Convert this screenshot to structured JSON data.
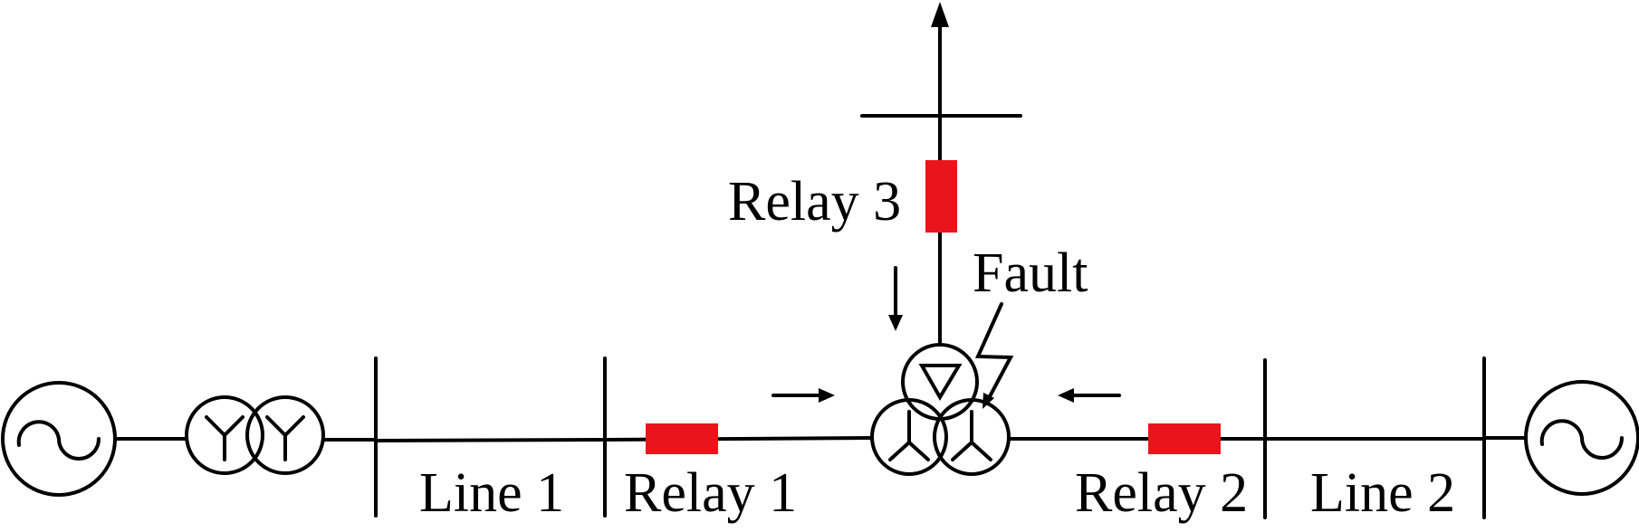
{
  "diagram": {
    "type": "single-line power system diagram",
    "colors": {
      "line": "#000000",
      "relay": "#E8161B",
      "background": "#FFFFFF"
    },
    "components": {
      "generator_left": {
        "icon": "ac-generator-icon"
      },
      "transformer_left": {
        "icon": "wye-wye-transformer-icon"
      },
      "transformer_center": {
        "icon": "three-winding-transformer-icon",
        "windings": [
          "delta",
          "wye",
          "wye"
        ]
      },
      "generator_right": {
        "icon": "ac-generator-icon"
      },
      "load": {
        "icon": "load-arrow-icon"
      }
    },
    "labels": {
      "line1": "Line 1",
      "line2": "Line 2",
      "relay1": "Relay 1",
      "relay2": "Relay 2",
      "relay3": "Relay 3",
      "fault": "Fault"
    },
    "current_directions": {
      "relay1": "right",
      "relay2": "left",
      "relay3": "down"
    }
  }
}
